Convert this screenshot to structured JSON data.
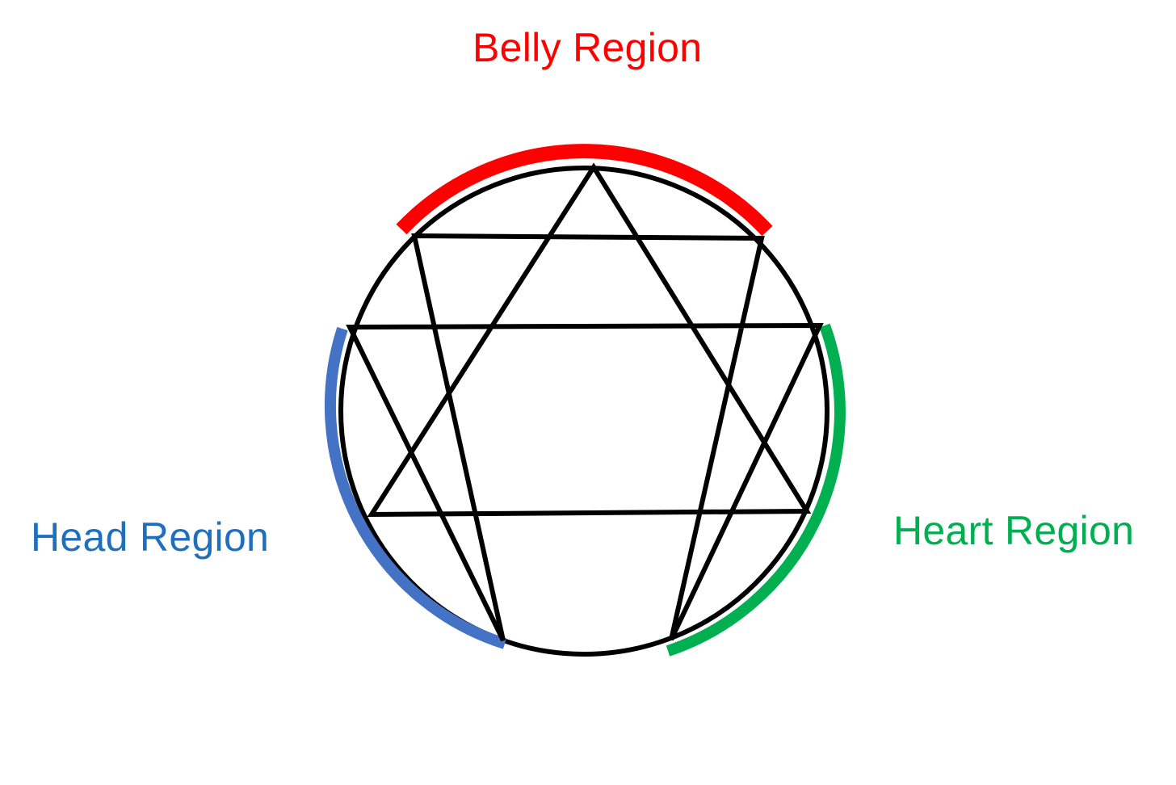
{
  "regions": {
    "belly": {
      "label": "Belly Region",
      "color": "#ff0000"
    },
    "head": {
      "label": "Head Region",
      "color": "#1f6fbf",
      "arc_color": "#4472c4"
    },
    "heart": {
      "label": "Heart Region",
      "color": "#00b050"
    }
  },
  "diagram": {
    "type": "enneagram",
    "circle_color": "#000000",
    "line_color": "#000000"
  }
}
